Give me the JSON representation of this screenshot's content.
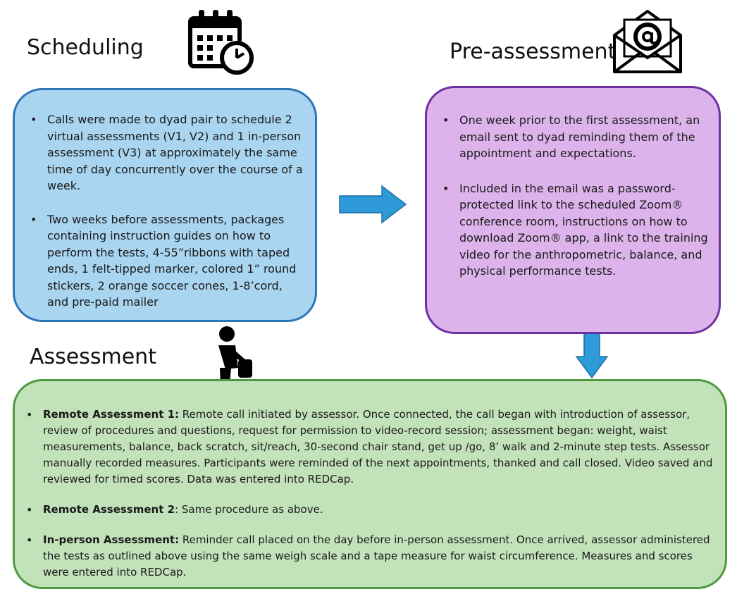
{
  "scheduling": {
    "title": "Scheduling",
    "icon": "calendar-clock-icon",
    "items": [
      "Calls were made to dyad pair to schedule 2 virtual assessments (V1, V2) and 1 in-person assessment (V3) at approximately the same time of day concurrently over the course of a week.",
      "Two weeks before assessments, packages containing instruction guides on how to perform the tests, 4-55”ribbons with taped ends, 1 felt-tipped marker, colored 1” round stickers, 2 orange soccer cones, 1-8’cord, and pre-paid mailer"
    ]
  },
  "pre_assessment": {
    "title": "Pre-assessment",
    "icon": "email-envelope-icon",
    "items": [
      "One week prior to the first assessment, an email sent to dyad reminding them of the appointment and expectations.",
      "Included in the email was a password-protected link to the scheduled Zoom® conference room, instructions on how to download Zoom® app,  a link to the training video for the anthropometric, balance, and physical performance tests."
    ]
  },
  "assessment": {
    "title": "Assessment",
    "icon": "person-exercise-icon",
    "items": [
      {
        "label": "Remote Assessment 1:",
        "text": " Remote call initiated by assessor.  Once connected, the call began with introduction of assessor, review of procedures and questions, request for permission to video-record session; assessment began: weight, waist measurements, balance, back scratch, sit/reach, 30-second chair stand, get up /go, 8’ walk and 2-minute step tests.  Assessor manually recorded measures.  Participants were reminded of the next appointments, thanked and call closed.  Video saved and reviewed for timed scores.  Data was entered into REDCap."
      },
      {
        "label": "Remote Assessment 2",
        "text": ": Same procedure as above."
      },
      {
        "label": "In-person Assessment:",
        "text": " Reminder call placed on the day before in-person assessment. Once arrived, assessor administered the tests as outlined above using the same  weigh scale and a tape measure for waist circumference.  Measures and scores were entered into REDCap."
      }
    ]
  },
  "colors": {
    "scheduling_fill": "#a9d5f0",
    "scheduling_border": "#2e75b6",
    "pre_fill": "#dcb4eb",
    "pre_border": "#7030a0",
    "assessment_fill": "#c2e2ba",
    "assessment_border": "#4e9a3c",
    "arrow": "#2f9ad8"
  }
}
